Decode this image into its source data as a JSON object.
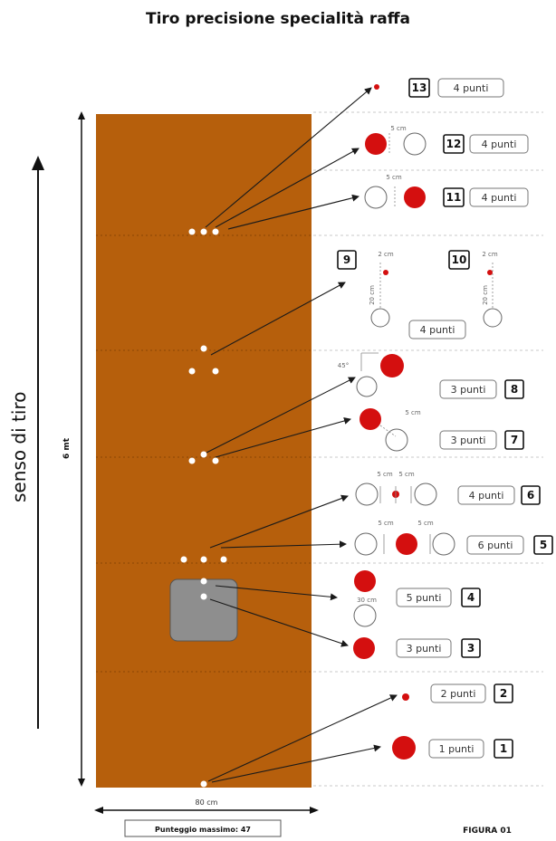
{
  "title": "Tiro precisione specialità raffa",
  "side_label": "senso di tiro",
  "length_label": "6 mt",
  "width_label": "80 cm",
  "max_score": "Punteggio massimo: 47",
  "figure_label": "FIGURA 01",
  "colors": {
    "field": "#b65f0c",
    "target": "#d40f0f",
    "square": "#8e8e8e",
    "ball": "#ffffff"
  },
  "distances": {
    "d5": "5 cm",
    "d2": "2 cm",
    "d20": "20 cm",
    "d30": "30 cm",
    "angle45": "45°"
  },
  "targets": [
    {
      "num": "1",
      "points": "1 punti"
    },
    {
      "num": "2",
      "points": "2 punti"
    },
    {
      "num": "3",
      "points": "3 punti"
    },
    {
      "num": "4",
      "points": "5 punti"
    },
    {
      "num": "5",
      "points": "6 punti"
    },
    {
      "num": "6",
      "points": "4 punti"
    },
    {
      "num": "7",
      "points": "3 punti"
    },
    {
      "num": "8",
      "points": "3 punti"
    },
    {
      "num": "9",
      "points": ""
    },
    {
      "num": "10",
      "points": ""
    },
    {
      "num": "11",
      "points": "4 punti"
    },
    {
      "num": "12",
      "points": "4 punti"
    },
    {
      "num": "13",
      "points": "4 punti"
    }
  ],
  "shared_points_9_10": "4 punti"
}
